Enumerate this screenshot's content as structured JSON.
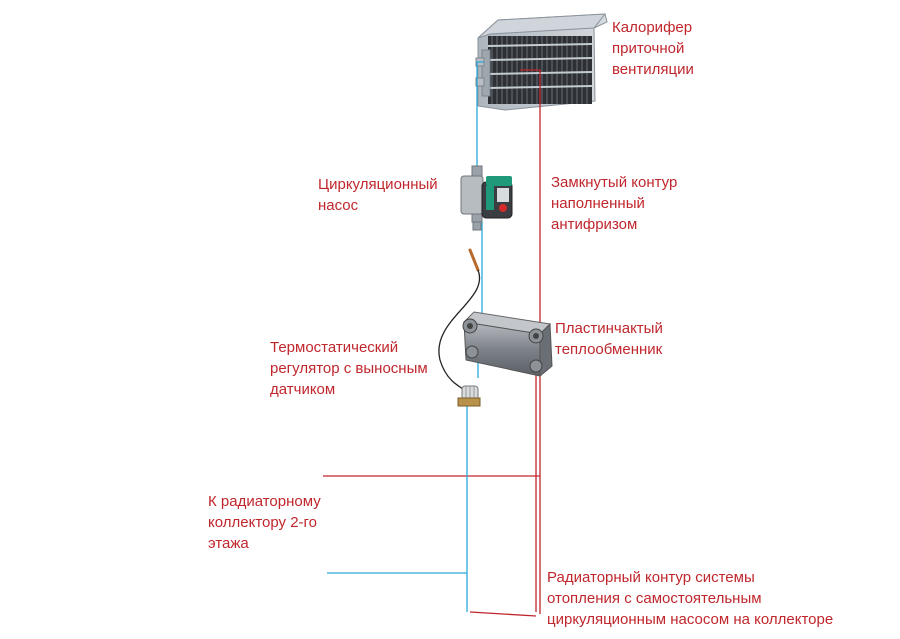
{
  "labels": {
    "heater": [
      "Калорифер",
      "приточной",
      "вентиляции"
    ],
    "pump": [
      "Циркуляционный",
      "насос"
    ],
    "closed_loop": [
      "Замкнутый контур",
      "наполненный",
      "антифризом"
    ],
    "heat_exchanger": [
      "Пластинчактый",
      "теплообменник"
    ],
    "thermostat": [
      "Термостатический",
      "регулятор с выносным",
      "датчиком"
    ],
    "to_collector": [
      "К радиаторному",
      "коллектору 2-го",
      "этажа"
    ],
    "radiator_loop": [
      "Радиаторный контур системы",
      "отопления с самостоятельным",
      "циркуляционным насосом на коллекторе"
    ]
  },
  "colors": {
    "label_text": "#c0272d",
    "supply_line": "#c0272d",
    "return_line": "#2aa9d8",
    "pump_head": "#1e9a7a",
    "pump_button": "#d42a2a",
    "heater_frame": "#9aa3ad",
    "heat_exchanger_body": "#7b7f86"
  }
}
